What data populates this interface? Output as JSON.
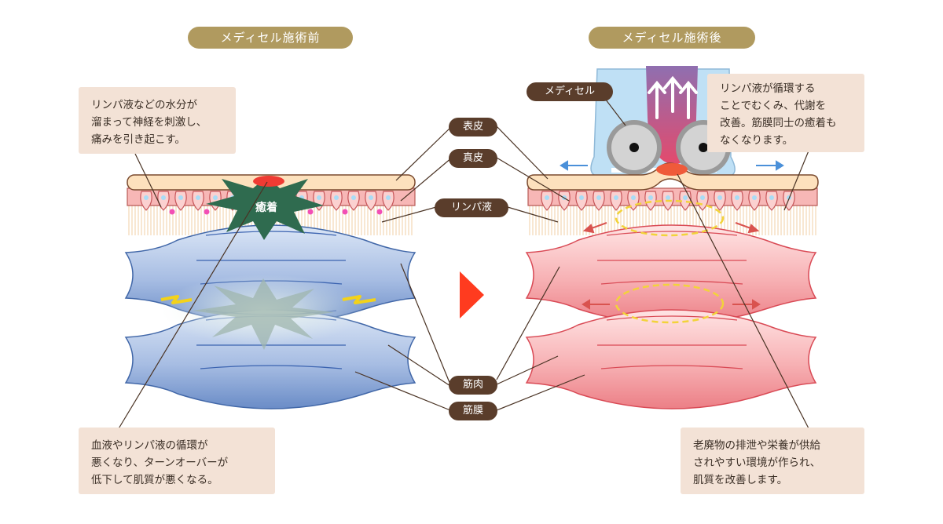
{
  "headers": {
    "before": "メディセル施術前",
    "after": "メディセル施術後"
  },
  "labels": {
    "epidermis": "表皮",
    "dermis": "真皮",
    "lymph": "リンパ液",
    "muscle": "筋肉",
    "fascia": "筋膜",
    "device": "メディセル",
    "adhesion": "癒着"
  },
  "notes": {
    "before_top": [
      "リンパ液などの水分が",
      "溜まって神経を刺激し、",
      "痛みを引き起こす。"
    ],
    "before_bottom": [
      "血液やリンパ液の循環が",
      "悪くなり、ターンオーバーが",
      "低下して肌質が悪くなる。"
    ],
    "after_top": [
      "リンパ液が循環する",
      "ことでむくみ、代謝を",
      "改善。筋膜同士の癒着も",
      "なくなります。"
    ],
    "after_bottom": [
      "老廃物の排泄や栄養が供給",
      "されやすい環境が作られ、",
      "肌質を改善します。"
    ]
  },
  "colors": {
    "header_pill": "#b09a5f",
    "label_tag": "#5a3d2b",
    "note_bg": "#f3e2d6",
    "muscle_before": "#7f9fd0",
    "muscle_after": "#f08e94",
    "arrow": "#ff3b1f",
    "adhesion": "#2f6b4f"
  }
}
